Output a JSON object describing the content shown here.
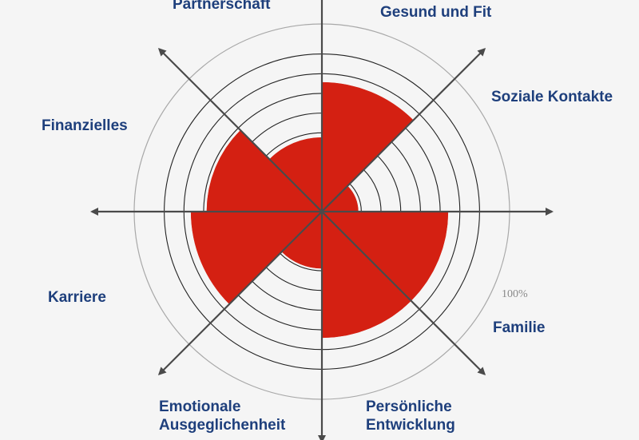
{
  "chart_data": {
    "type": "polar-area",
    "title": "",
    "scale_label": "100%",
    "rings": 8,
    "max": 100,
    "categories": [
      "Gesund und Fit",
      "Soziale Kontakte",
      "Familie",
      "Persönliche Entwicklung",
      "Emotionale Ausgeglichenheit",
      "Karriere",
      "Finanzielles",
      "Partnerschaft"
    ],
    "label_lines": [
      [
        "Gesund und Fit"
      ],
      [
        "Soziale Kontakte"
      ],
      [
        "Familie"
      ],
      [
        "Persönliche",
        "Entwicklung"
      ],
      [
        "Emotionale",
        "Ausgeglichenheit"
      ],
      [
        "Karriere"
      ],
      [
        "Finanzielles"
      ],
      [
        "Partnerschaft"
      ]
    ],
    "values": [
      82,
      23,
      80,
      80,
      36,
      83,
      73,
      47
    ],
    "fill_color": "#d42012",
    "label_color": "#1e3f7c"
  }
}
